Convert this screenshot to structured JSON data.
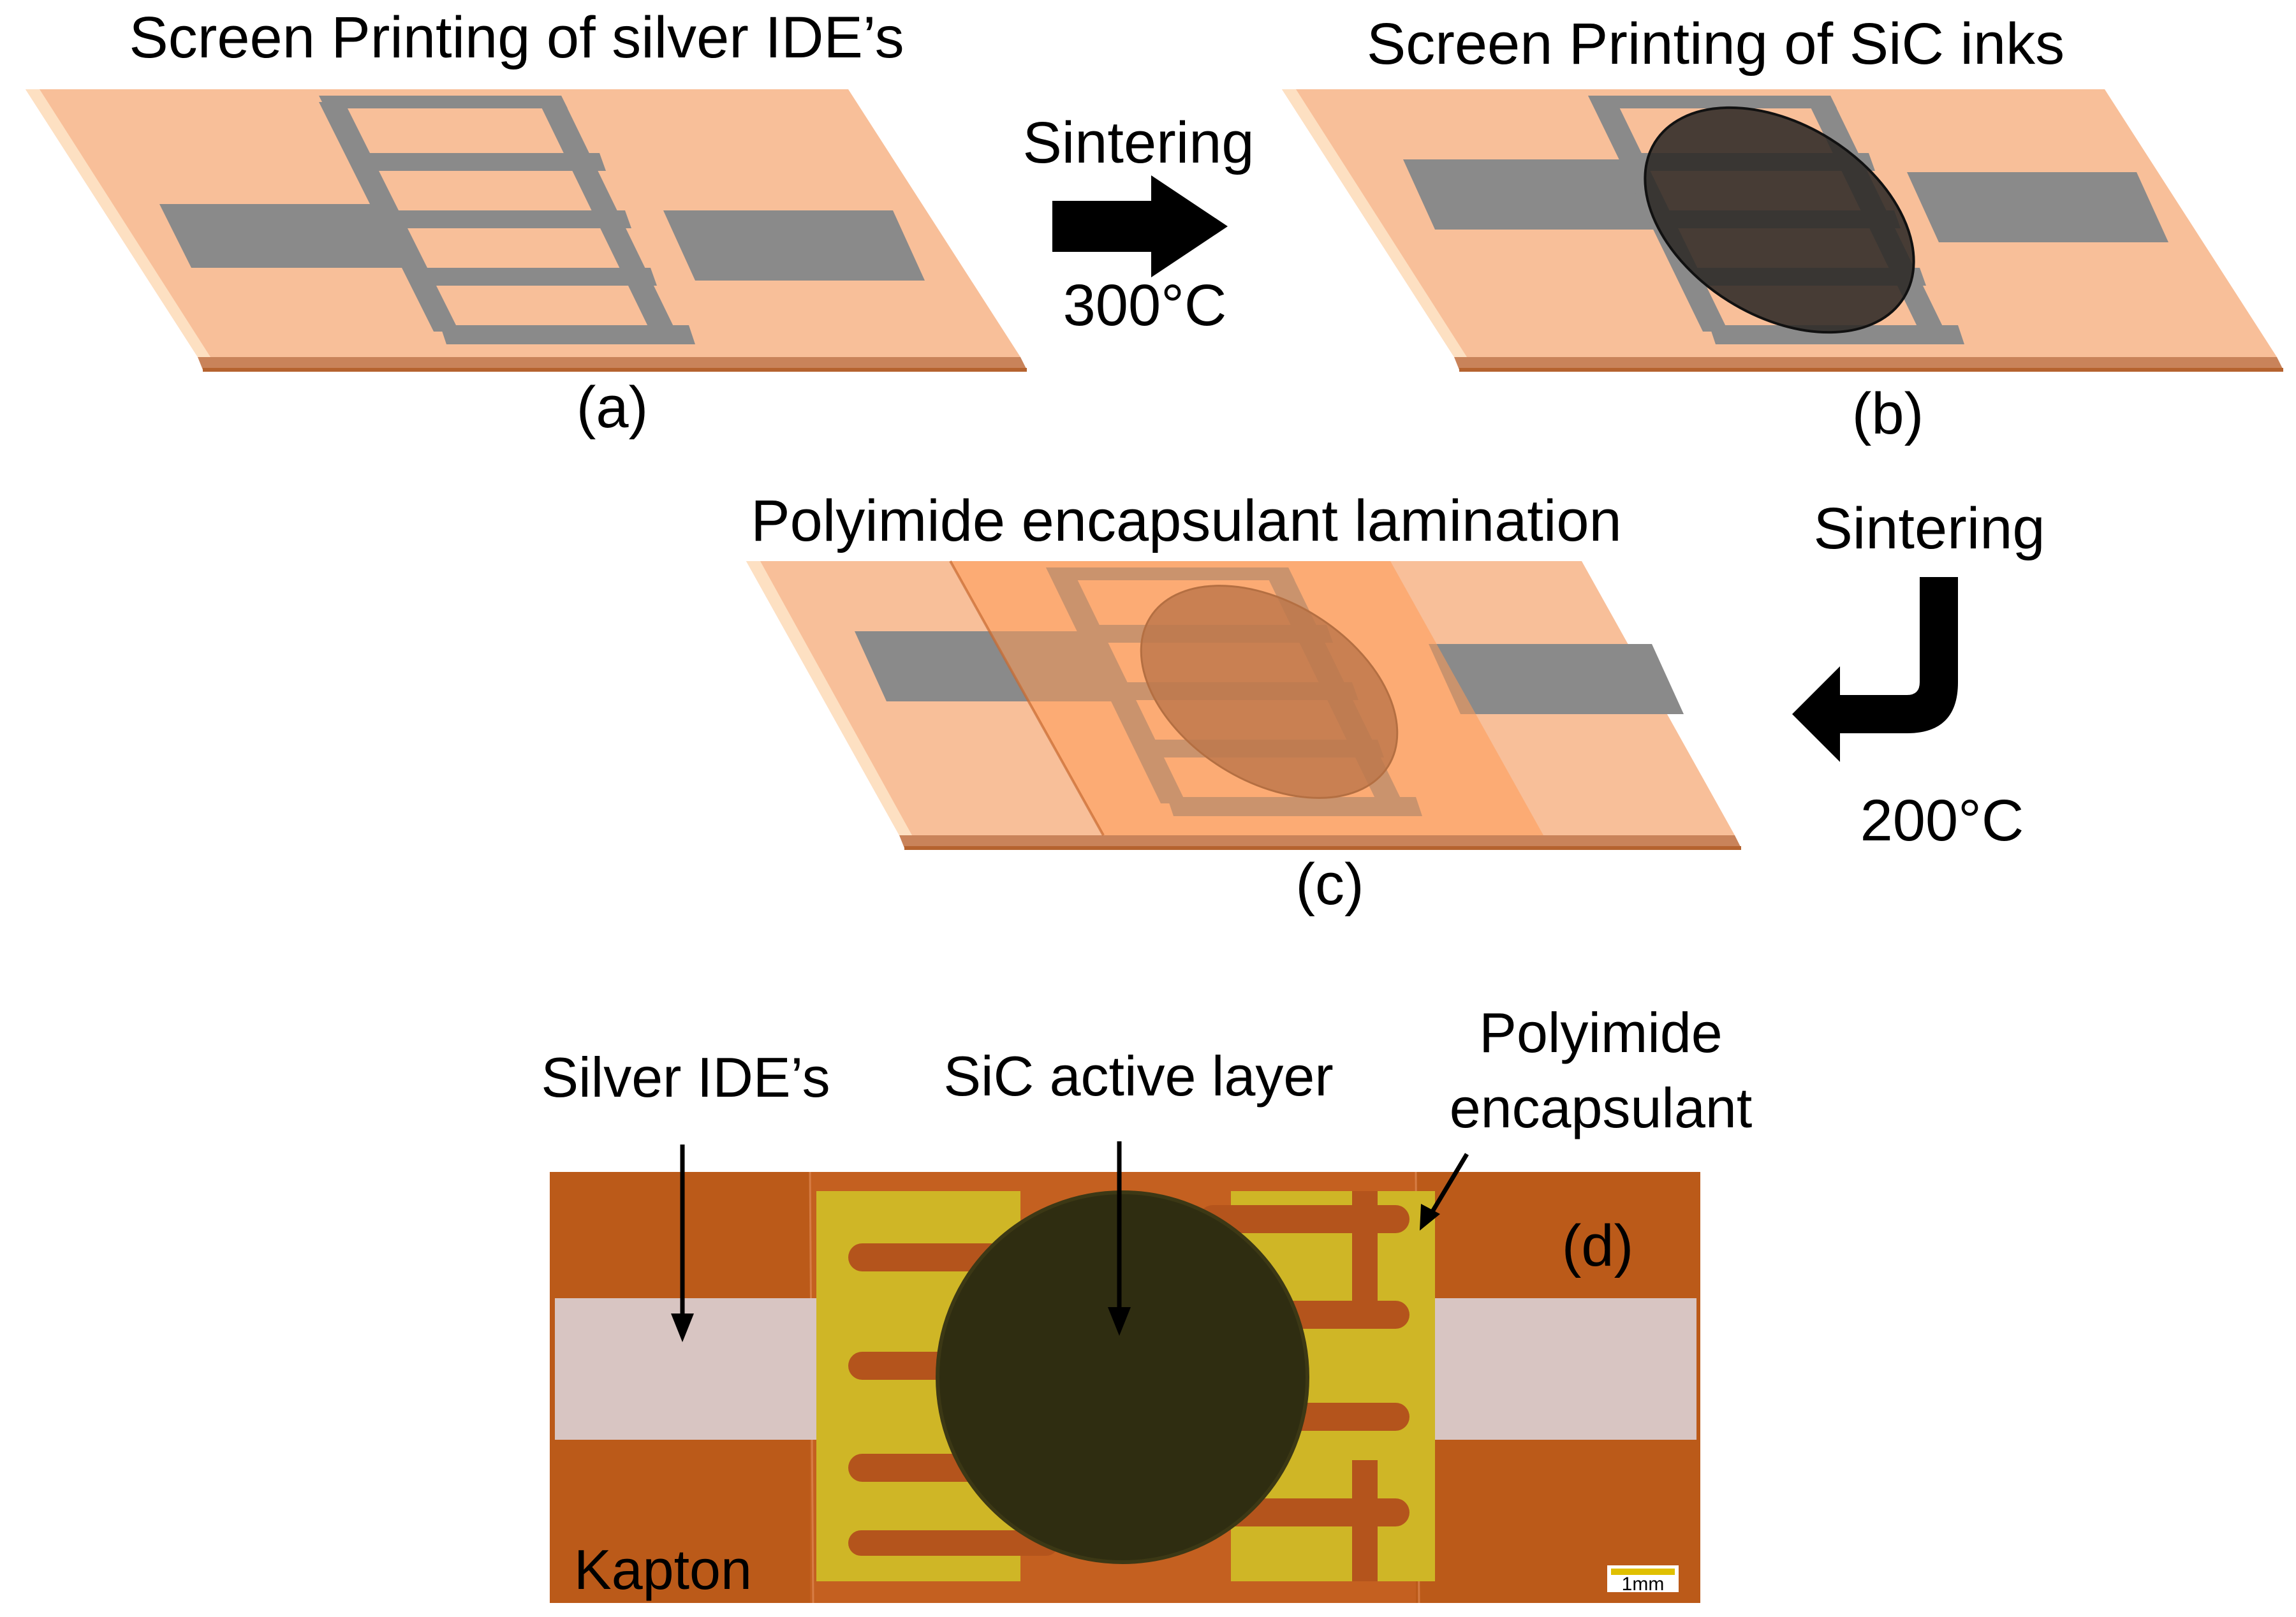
{
  "panel_a": {
    "title": "Screen Printing of silver IDE’s",
    "label": "(a)"
  },
  "arrow_1": {
    "top_text": "Sintering",
    "bottom_text": "300°C"
  },
  "panel_b": {
    "title": "Screen Printing of SiC inks",
    "label": "(b)"
  },
  "panel_c": {
    "title": "Polyimide encapsulant lamination",
    "label": "(c)"
  },
  "arrow_2": {
    "top_text": "Sintering",
    "bottom_text": "200°C"
  },
  "panel_d": {
    "label": "(d)",
    "callouts": {
      "silver": "Silver IDE’s",
      "sic": "SiC active layer",
      "polyimide_line1": "Polyimide",
      "polyimide_line2": "encapsulant"
    },
    "substrate_label": "Kapton",
    "scale_bar_label": "1mm"
  },
  "colors": {
    "substrate_top": "#f8bf99",
    "substrate_edge": "#d98a5a",
    "electrode_gray": "#8a8a8a",
    "sic_dark": "#3a3531",
    "polyimide_film": "#ff9a55",
    "kapton_photo": "#bb5a19",
    "ide_gold": "#cfb626",
    "silver_pad": "#d8c5c2",
    "sic_photo": "#2f2d11"
  }
}
